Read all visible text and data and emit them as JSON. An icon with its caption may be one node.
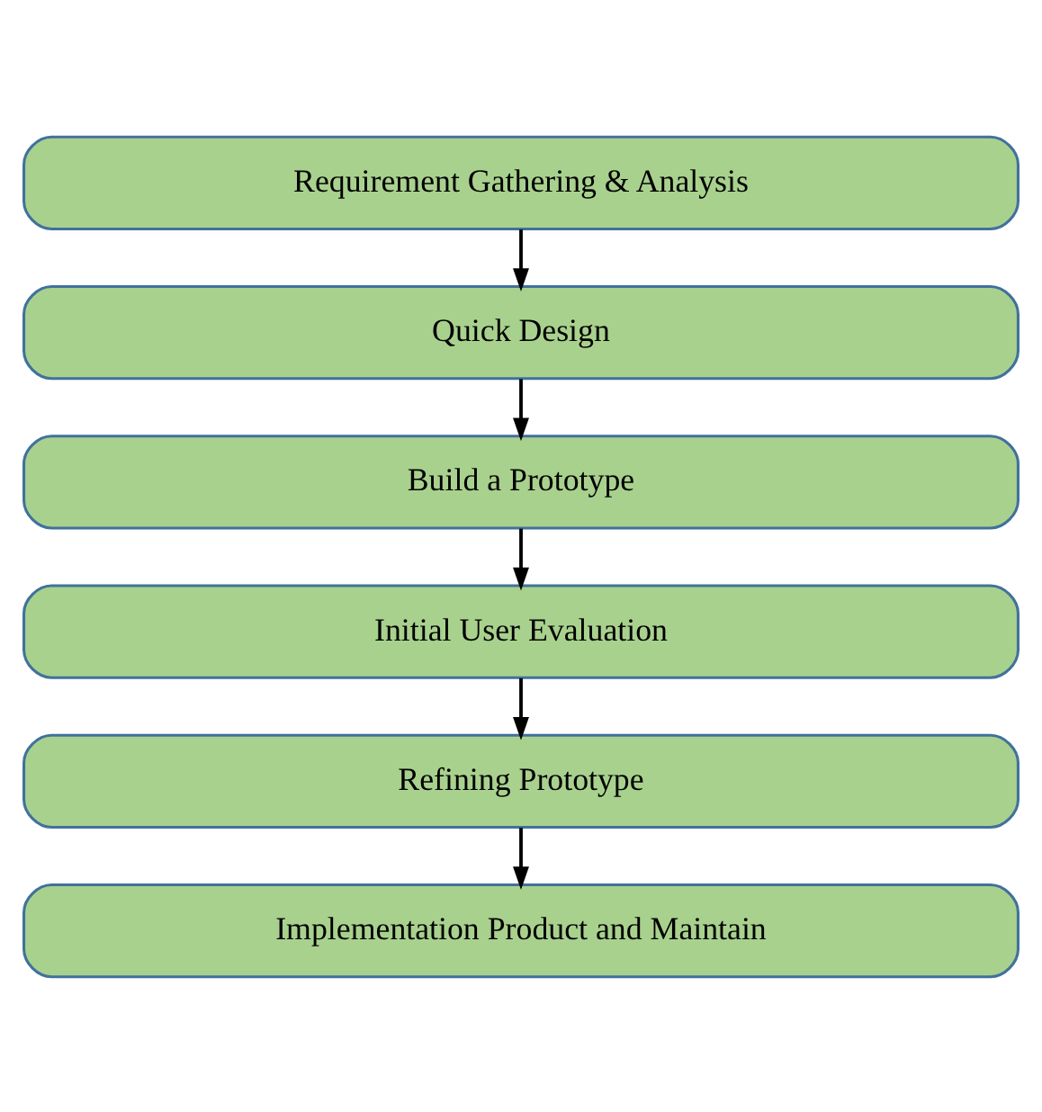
{
  "diagram": {
    "nodes": [
      {
        "text": [
          "Requirement Gathering & Analysis"
        ]
      },
      {
        "text": [
          "Quick Design"
        ]
      },
      {
        "text": [
          "Build a Prototype"
        ]
      },
      {
        "text": [
          "Initial User Evaluation"
        ]
      },
      {
        "text": [
          "Refining Prototype"
        ]
      },
      {
        "text": [
          "Implementation Product and Maintain"
        ]
      }
    ],
    "edges": [
      {
        "from": 0,
        "to": 1,
        "arrow": "to"
      },
      {
        "from": 1,
        "to": 2,
        "arrow": "to"
      },
      {
        "from": 2,
        "to": 3,
        "arrow": "to"
      },
      {
        "from": 3,
        "to": 4,
        "arrow": "to"
      },
      {
        "from": 4,
        "to": 5,
        "arrow": "to"
      }
    ]
  }
}
